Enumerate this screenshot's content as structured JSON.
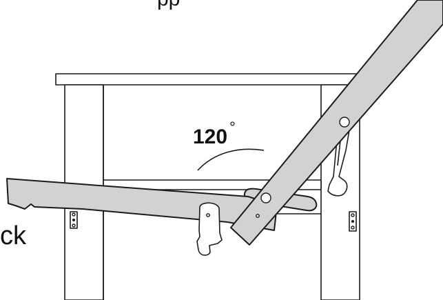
{
  "colors": {
    "panel": "#d2d2d2",
    "stroke": "#1a1a1a",
    "background": "#ffffff"
  },
  "labels": {
    "angle_value": "120",
    "angle_unit": "°",
    "left_partial": "ck",
    "top_partial": "pp"
  }
}
